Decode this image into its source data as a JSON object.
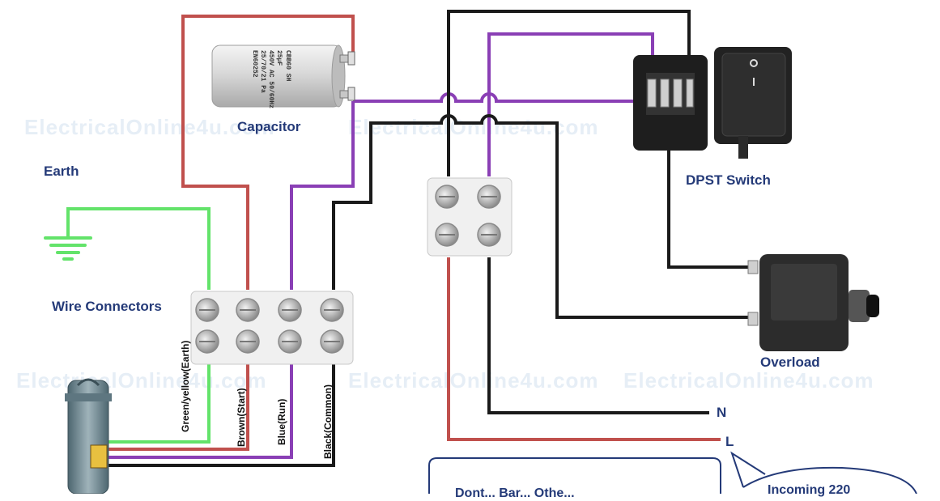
{
  "labels": {
    "capacitor": "Capacitor",
    "earth": "Earth",
    "wire_connectors": "Wire Connectors",
    "dpst_switch": "DPST Switch",
    "overload": "Overload",
    "neutral": "N",
    "live": "L",
    "callout_partial": "Incoming 220",
    "box_partial": "Dont... Bar... Othe..."
  },
  "capacitor_print": [
    "CBB60 SH",
    "25μF",
    "450V AC 50/60Hz",
    "25/70/21 Pa",
    "EN60252"
  ],
  "wire_labels": {
    "earth": "Green/yellow(Earth)",
    "start": "Brown(Start)",
    "run": "Blue(Run)",
    "common": "Black(Common)"
  },
  "watermark": "ElectricalOnline4u.com",
  "colors": {
    "red": "#c0504d",
    "black": "#1a1a1a",
    "purple": "#8a3fb5",
    "green": "#63e36a",
    "label": "#243a78"
  }
}
